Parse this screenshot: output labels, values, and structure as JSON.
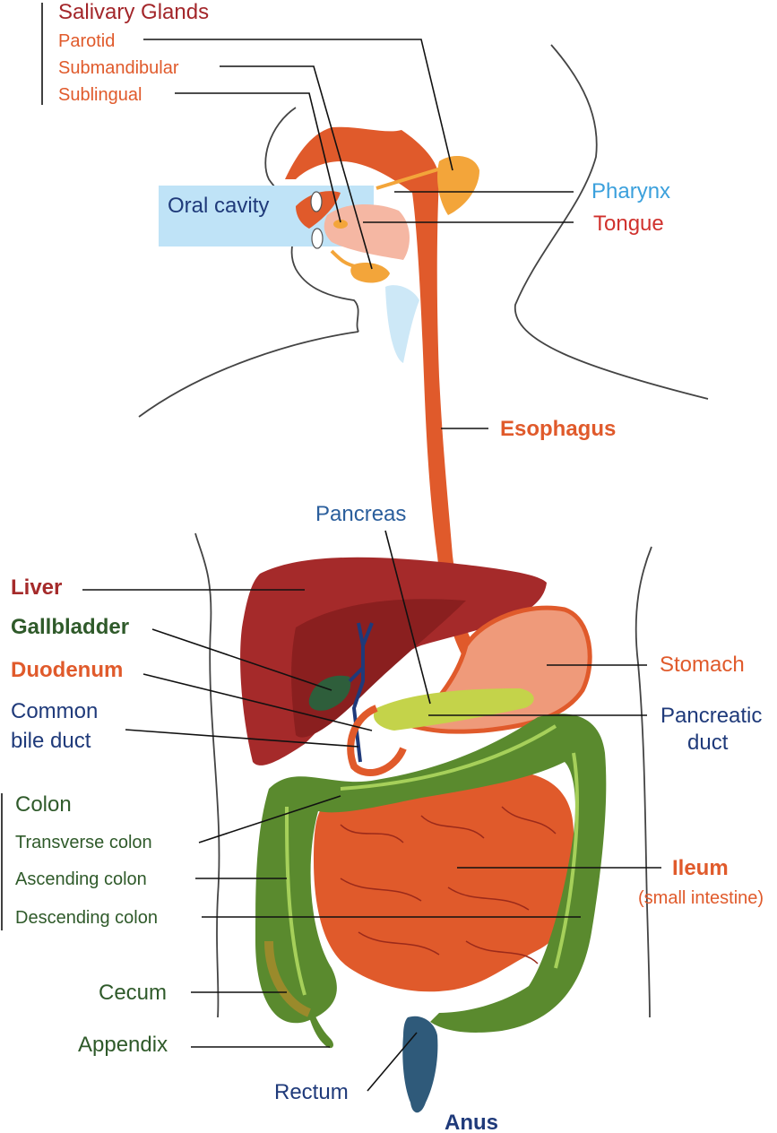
{
  "colors": {
    "salivary": "#a3262a",
    "orange": "#e05a2b",
    "light_orange": "#f3a53a",
    "blue_light": "#3ba0dc",
    "navy": "#1f3a7a",
    "green_dark": "#2f5a2a",
    "green_colon": "#5a8a2e",
    "liver": "#a52a2a",
    "red_label": "#d0312d"
  },
  "labels": {
    "salivary_glands": "Salivary Glands",
    "parotid": "Parotid",
    "submandibular": "Submandibular",
    "sublingual": "Sublingual",
    "oral_cavity": "Oral cavity",
    "pharynx": "Pharynx",
    "tongue": "Tongue",
    "esophagus": "Esophagus",
    "pancreas": "Pancreas",
    "liver": "Liver",
    "gallbladder": "Gallbladder",
    "duodenum": "Duodenum",
    "common_bile_duct_1": "Common",
    "common_bile_duct_2": "bile duct",
    "stomach": "Stomach",
    "pancreatic_duct_1": "Pancreatic",
    "pancreatic_duct_2": "duct",
    "colon": "Colon",
    "transverse_colon": "Transverse colon",
    "ascending_colon": "Ascending colon",
    "descending_colon": "Descending colon",
    "ileum": "Ileum",
    "small_intestine": "(small intestine)",
    "cecum": "Cecum",
    "appendix": "Appendix",
    "rectum": "Rectum",
    "anus": "Anus"
  }
}
